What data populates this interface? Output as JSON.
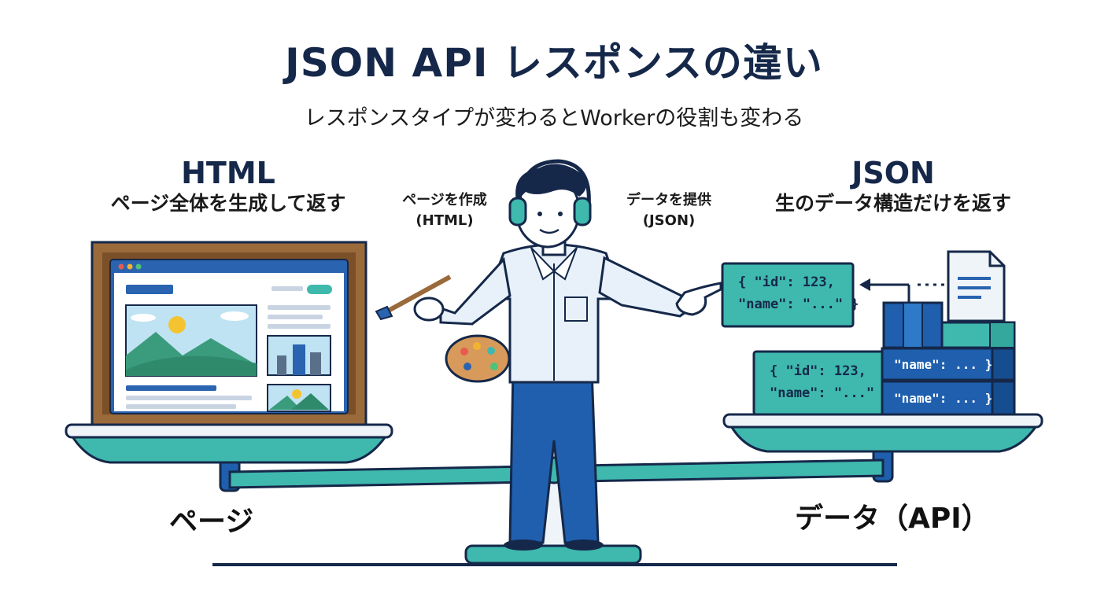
{
  "header": {
    "title": "JSON API レスポンスの違い",
    "subtitle": "レスポンスタイプが変わるとWorkerの役割も変わる"
  },
  "left": {
    "heading": "HTML",
    "description": "ページ全体を生成して返す",
    "base_label": "ページ"
  },
  "right": {
    "heading": "JSON",
    "description": "生のデータ構造だけを返す",
    "base_label": "データ（API）"
  },
  "worker": {
    "left_action_line1": "ページを作成",
    "left_action_line2": "(HTML)",
    "right_action_line1": "データを提供",
    "right_action_line2": "(JSON)"
  },
  "json_cards": {
    "top_line1": "{ \"id\": 123,",
    "top_line2": "\"name\": \"...\" }",
    "mid_line1": "{ \"id\": 123,",
    "mid_line2": "\"name\": \"...\" }",
    "block1": "\"name\": ... }",
    "block2": "\"name\": ... }"
  },
  "colors": {
    "navy": "#15284a",
    "teal": "#3fb8ad",
    "blue": "#1f5fae",
    "wood": "#9a6a3a"
  }
}
